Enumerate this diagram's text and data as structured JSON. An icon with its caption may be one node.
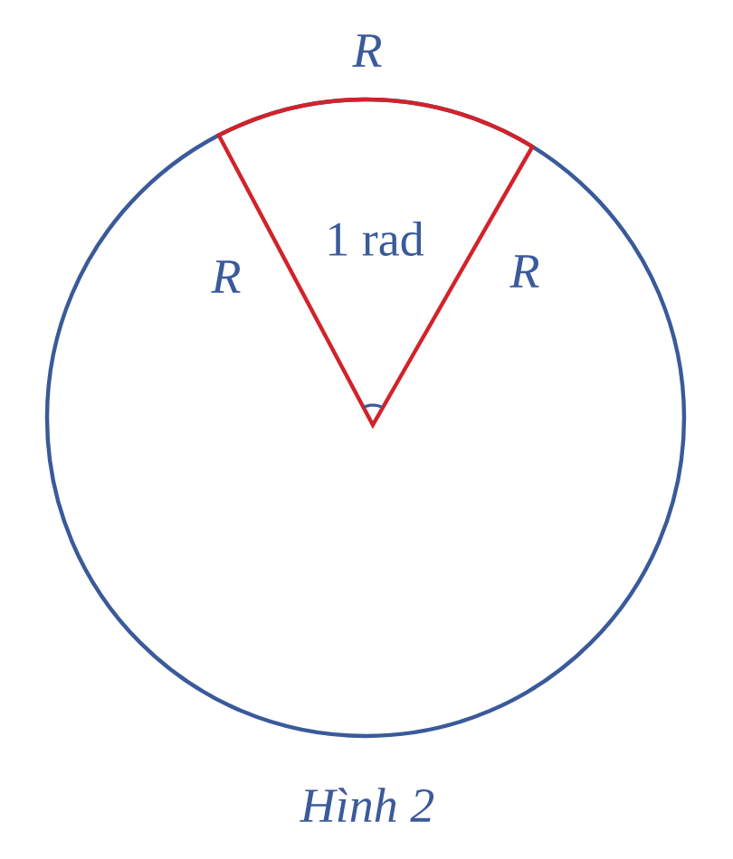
{
  "diagram": {
    "caption": "Hình 2",
    "labels": [
      "R",
      "R",
      "R",
      "1 rad"
    ]
  }
}
